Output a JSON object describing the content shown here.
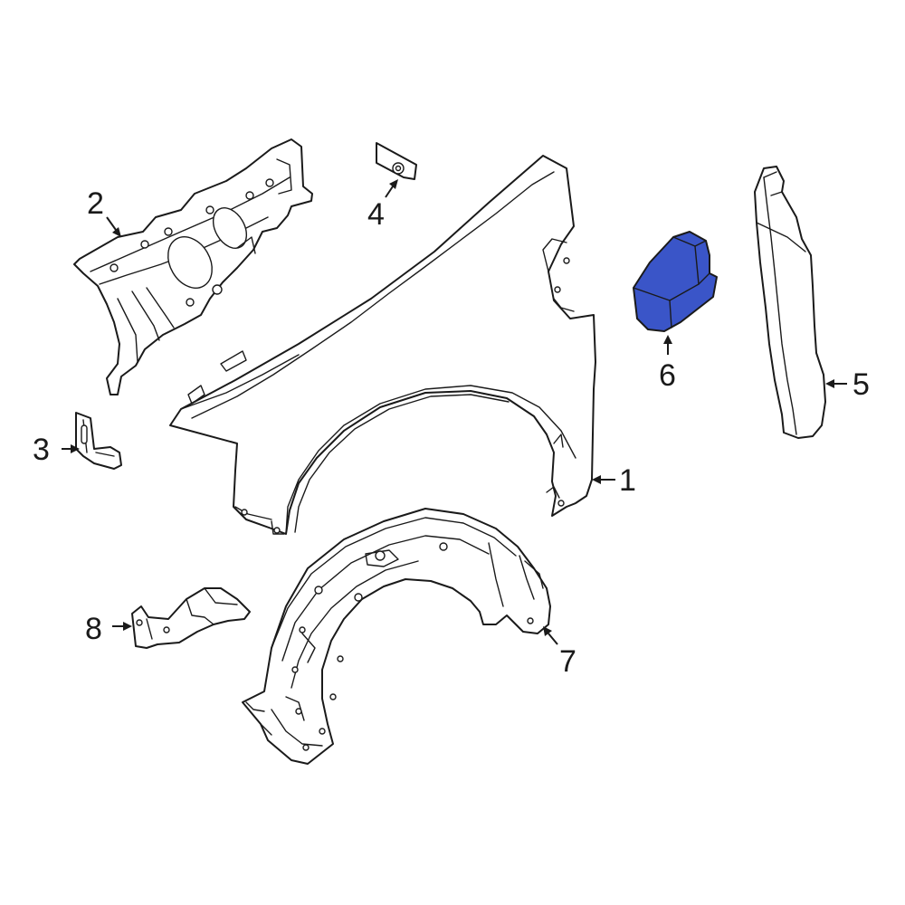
{
  "diagram": {
    "highlight_color": "#3a55c8",
    "line_color": "#1a1a1a",
    "background_color": "#ffffff",
    "callouts": {
      "c1": "1",
      "c2": "2",
      "c3": "3",
      "c4": "4",
      "c5": "5",
      "c6": "6",
      "c7": "7",
      "c8": "8"
    },
    "highlighted_part": "6"
  }
}
